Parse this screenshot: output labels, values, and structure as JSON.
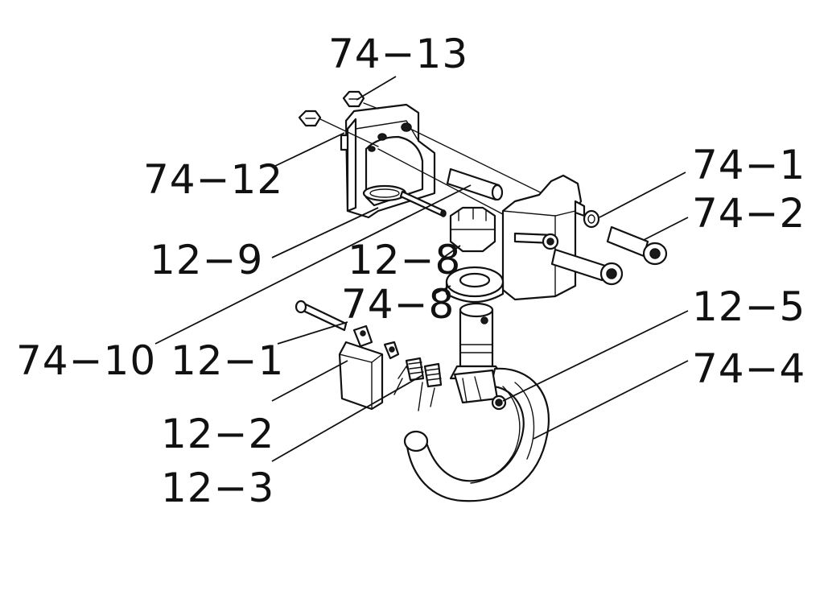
{
  "labels": {
    "l_74_13": "74−13",
    "l_74_12": "74−12",
    "l_74_1": "74−1",
    "l_74_2": "74−2",
    "l_12_9": "12−9",
    "l_12_8": "12−8",
    "l_74_8": "74−8",
    "l_12_5": "12−5",
    "l_74_10": "74−10",
    "l_12_1": "12−1",
    "l_74_4": "74−4",
    "l_12_2": "12−2",
    "l_12_3": "12−3"
  },
  "icons": [
    "hook-block-exploded-view"
  ]
}
